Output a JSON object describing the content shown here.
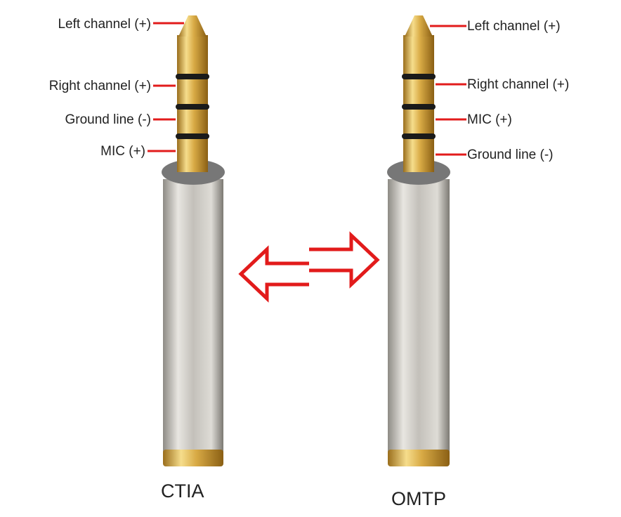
{
  "ctia": {
    "name": "CTIA",
    "pins": [
      "Left channel (+)",
      "Right channel (+)",
      "Ground line (-)",
      "MIC (+)"
    ]
  },
  "omtp": {
    "name": "OMTP",
    "pins": [
      "Left channel (+)",
      "Right channel (+)",
      "MIC (+)",
      "Ground line (-)"
    ]
  },
  "colors": {
    "line": "#e21b1b",
    "gold": "#d4a53a",
    "silver": "#c9c6bf",
    "band": "#1a1a1a"
  }
}
